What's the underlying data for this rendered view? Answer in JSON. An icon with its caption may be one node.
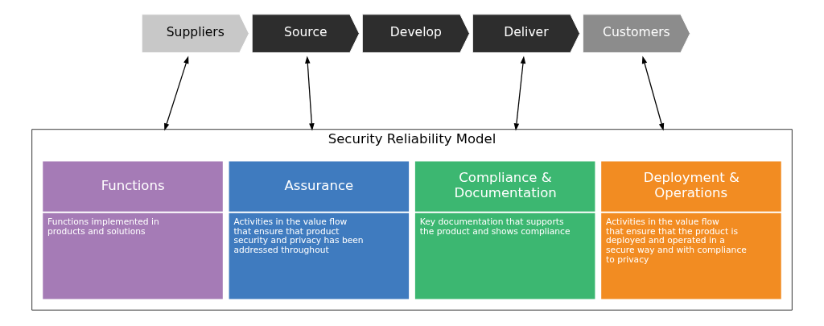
{
  "diagram": {
    "nodes": [
      {
        "text": [
          "Suppliers"
        ]
      },
      {
        "text": [
          "Source"
        ]
      },
      {
        "text": [
          "Develop"
        ]
      },
      {
        "text": [
          "Deliver"
        ]
      },
      {
        "text": [
          "Customers"
        ]
      },
      {
        "text": [
          "Security Reliability Model"
        ]
      },
      {
        "text": [
          "Functions",
          "Functions implemented in products and solutions"
        ],
        "in": 5
      },
      {
        "text": [
          "Assurance",
          "Activities in the value flow that ensure that product security and privacy has been addressed throughout"
        ],
        "in": 5
      },
      {
        "text": [
          "Compliance & Documentation",
          "Key documentation that supports the product and shows compliance"
        ],
        "in": 5
      },
      {
        "text": [
          "Deployment & Operations",
          "Activities in the value flow that ensure that the product is deployed and operated in a secure way and with compliance to privacy"
        ],
        "in": 5
      }
    ],
    "edges": [
      {
        "from": 0,
        "to": 5,
        "arrow": "both"
      },
      {
        "from": 1,
        "to": 5,
        "arrow": "both"
      },
      {
        "from": 3,
        "to": 5,
        "arrow": "both"
      },
      {
        "from": 4,
        "to": 5,
        "arrow": "both"
      }
    ]
  }
}
